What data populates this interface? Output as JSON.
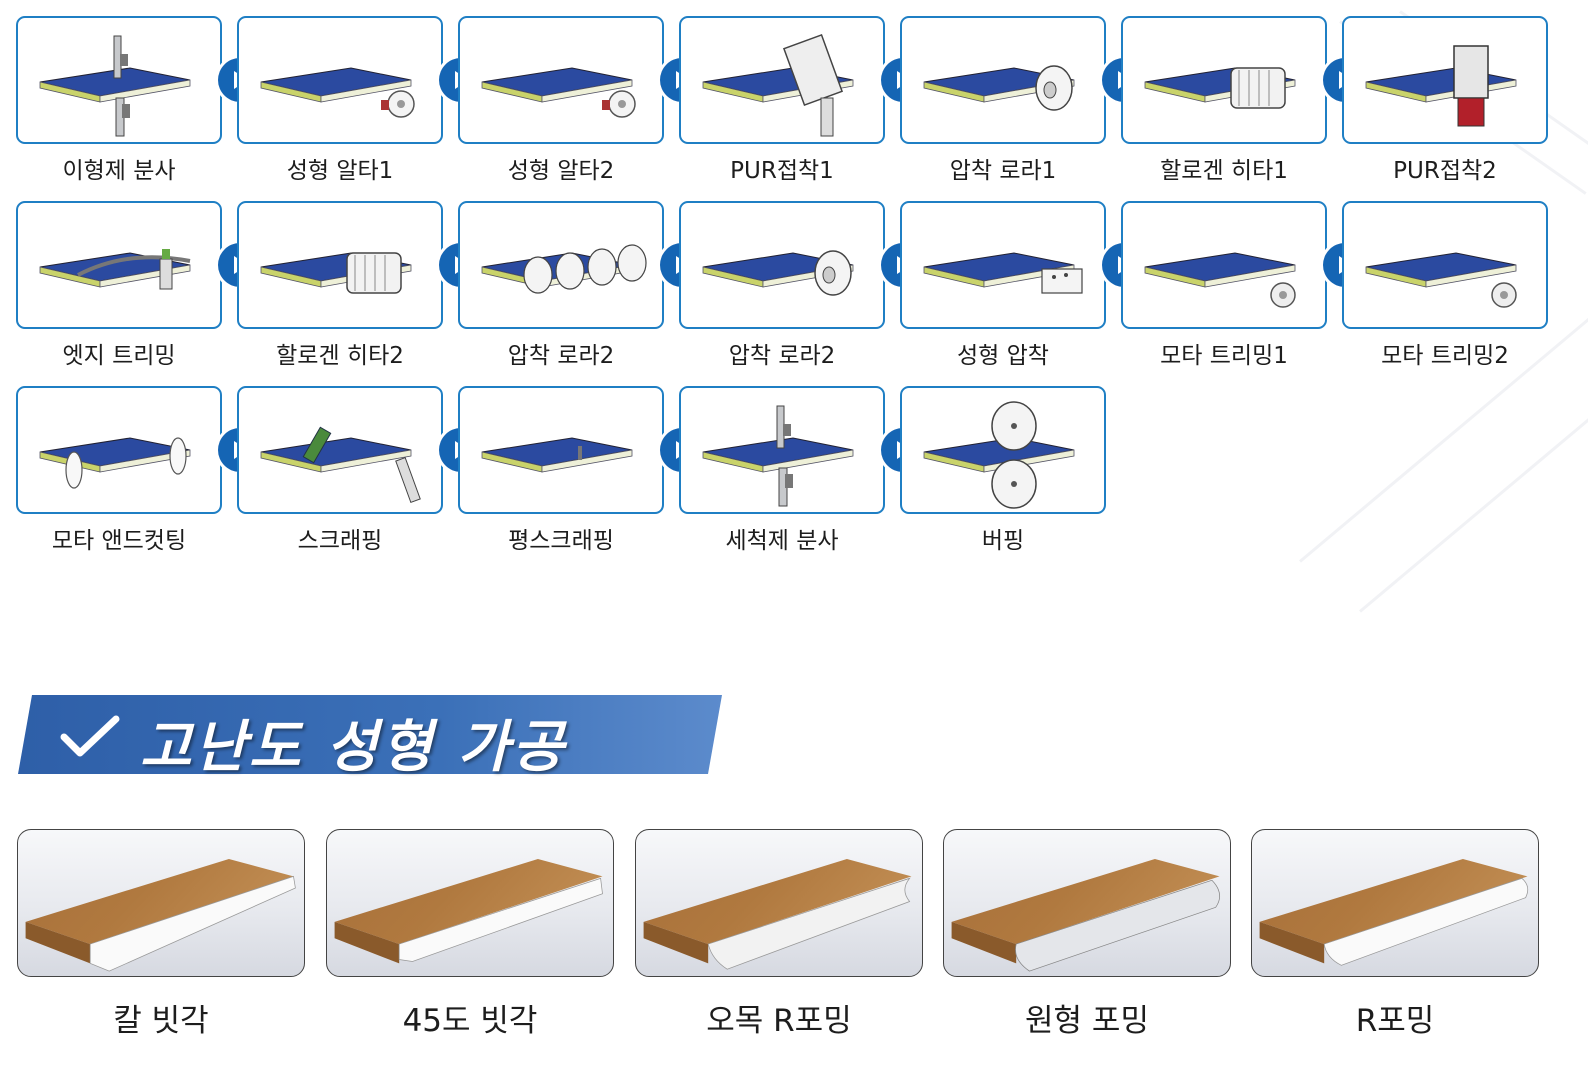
{
  "process_steps": [
    {
      "label": "이형제 분사",
      "illustration": "spray-nozzle-icon"
    },
    {
      "label": "성형 알타1",
      "illustration": "forming-cutter-icon"
    },
    {
      "label": "성형 알타2",
      "illustration": "forming-cutter-icon"
    },
    {
      "label": "PUR접착1",
      "illustration": "glue-unit-icon"
    },
    {
      "label": "압착 로라1",
      "illustration": "pressure-roller-icon"
    },
    {
      "label": "할로겐 히타1",
      "illustration": "halogen-heater-icon"
    },
    {
      "label": "PUR접착2",
      "illustration": "glue-pot-icon"
    },
    {
      "label": "엣지 트리밍",
      "illustration": "edge-trimmer-icon"
    },
    {
      "label": "할로겐 히타2",
      "illustration": "halogen-heater-icon"
    },
    {
      "label": "압착 로라2",
      "illustration": "multi-roller-icon"
    },
    {
      "label": "압착 로라2",
      "illustration": "pressure-roller-icon"
    },
    {
      "label": "성형 압착",
      "illustration": "forming-press-icon"
    },
    {
      "label": "모타 트리밍1",
      "illustration": "trimming-cutter-icon"
    },
    {
      "label": "모타 트리밍2",
      "illustration": "trimming-cutter-icon"
    },
    {
      "label": "모타 앤드컷팅",
      "illustration": "saw-blade-icon"
    },
    {
      "label": "스크래핑",
      "illustration": "scraper-icon"
    },
    {
      "label": "평스크래핑",
      "illustration": "flat-scraper-icon"
    },
    {
      "label": "세척제 분사",
      "illustration": "spray-nozzle-icon"
    },
    {
      "label": "버핑",
      "illustration": "buffing-wheel-icon"
    }
  ],
  "section": {
    "title": "고난도 성형 가공",
    "check_icon": "check-icon"
  },
  "profiles": [
    {
      "label": "칼 빗각",
      "profile": "knife-bevel"
    },
    {
      "label": "45도 빗각",
      "profile": "bevel-45"
    },
    {
      "label": "오목 R포밍",
      "profile": "concave-r"
    },
    {
      "label": "원형 포밍",
      "profile": "round"
    },
    {
      "label": "R포밍",
      "profile": "r-forming"
    }
  ],
  "colors": {
    "frame_border": "#1f7fc4",
    "arrow": "#1565b4",
    "panel_top": "#2b4aa0",
    "panel_edge": "#c9d36a",
    "banner": "#3b70b8"
  }
}
